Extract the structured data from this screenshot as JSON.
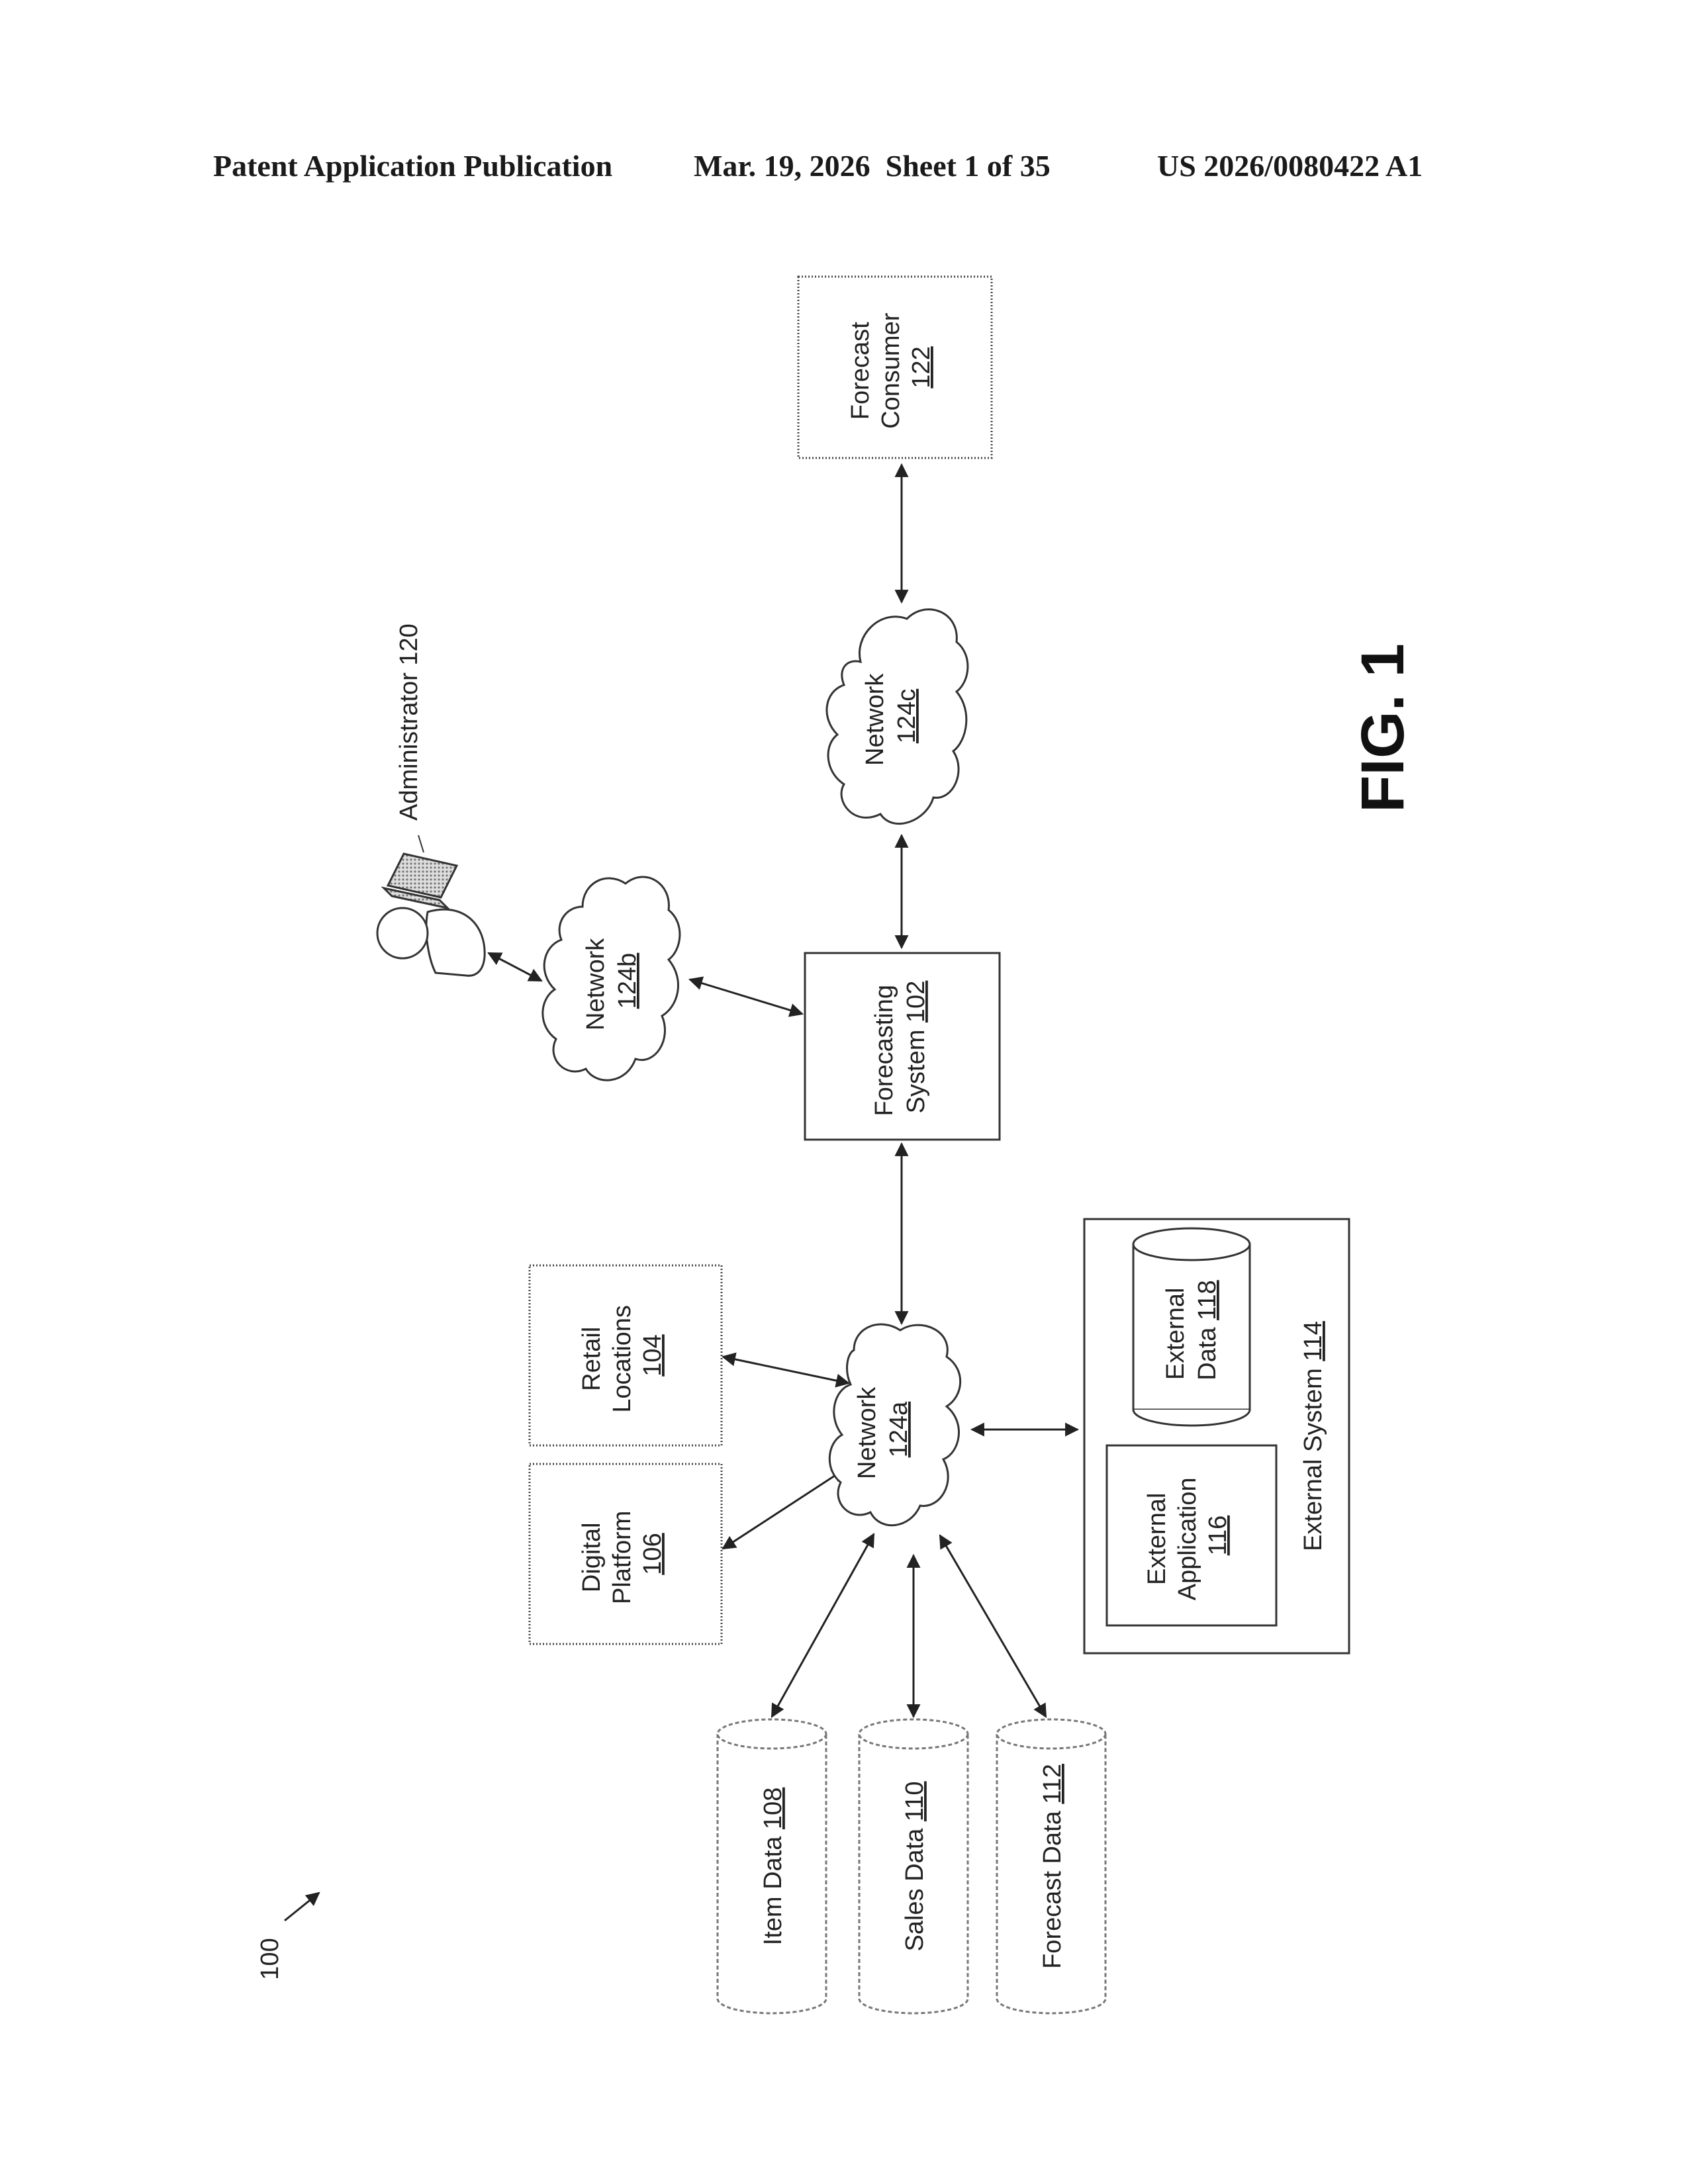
{
  "header": {
    "left": "Patent Application Publication",
    "middle": "Mar. 19, 2026  Sheet 1 of 35",
    "right": "US 2026/0080422 A1"
  },
  "figure": {
    "label": "FIG. 1",
    "ref_number": "100"
  },
  "nodes": {
    "forecast_consumer": {
      "line1": "Forecast",
      "line2": "Consumer",
      "ref": "122"
    },
    "network_124c": {
      "line1": "Network",
      "ref": "124c"
    },
    "forecasting_system": {
      "line1": "Forecasting",
      "line2": "System",
      "ref": "102"
    },
    "network_124b": {
      "line1": "Network",
      "ref": "124b"
    },
    "administrator": {
      "label": "Administrator 120"
    },
    "network_124a": {
      "line1": "Network",
      "ref": "124a"
    },
    "retail_locations": {
      "line1": "Retail",
      "line2": "Locations",
      "ref": "104"
    },
    "digital_platform": {
      "line1": "Digital",
      "line2": "Platform",
      "ref": "106"
    },
    "external_system": {
      "label": "External System",
      "ref": "114"
    },
    "external_data": {
      "line1": "External",
      "line2": "Data",
      "ref": "118"
    },
    "external_application": {
      "line1": "External",
      "line2": "Application",
      "ref": "116"
    },
    "item_data": {
      "label": "Item Data",
      "ref": "108"
    },
    "sales_data": {
      "label": "Sales Data",
      "ref": "110"
    },
    "forecast_data": {
      "label": "Forecast Data",
      "ref": "112"
    }
  }
}
